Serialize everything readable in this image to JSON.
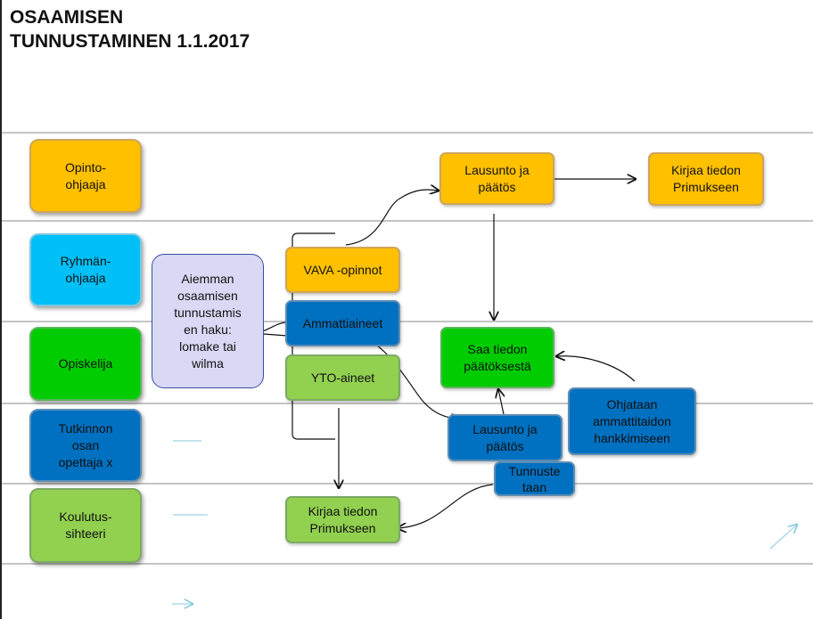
{
  "title": [
    "OSAAMISEN",
    "TUNNUSTAMINEN 1.1.2017"
  ],
  "colors": {
    "orange": "#FFC000",
    "cyan": "#00C0F8",
    "green": "#00CC00",
    "blue": "#0070C0",
    "lime": "#92D050",
    "lavender": "#D9D9F5",
    "lane_line": "#C4C4C4"
  },
  "roles": [
    {
      "id": "opinto_ohjaaja",
      "label": "Opinto-\nohjaaja"
    },
    {
      "id": "ryhmanohjaaja",
      "label": "Ryhmän-\nohjaaja"
    },
    {
      "id": "opiskelija",
      "label": "Opiskelija"
    },
    {
      "id": "tutkinnon_osan_opettaja",
      "label": "Tutkinnon\nosan\nopettaja x"
    },
    {
      "id": "koulutussihteeri",
      "label": "Koulutus-\nsihteeri"
    }
  ],
  "steps": {
    "haku": "Aiemman\nosaamisen\ntunnustamis\nen haku:\nlomake tai\nwilma",
    "vava": "VAVA -opinnot",
    "ammattiaineet": "Ammattiaineet",
    "yto": "YTO-aineet",
    "lausunto_orange": "Lausunto ja\npäätös",
    "kirjaa_orange": "Kirjaa tiedon\nPrimukseen",
    "saa_tiedon": "Saa tiedon\npäätöksestä",
    "lausunto_blue": "Lausunto ja\npäätös",
    "ohjataan": "Ohjataan\nammattitaidon\nhankkimiseen",
    "tunnustetaan": "Tunnuste\ntaan",
    "kirjaa_lime": "Kirjaa tiedon\nPrimukseen"
  }
}
